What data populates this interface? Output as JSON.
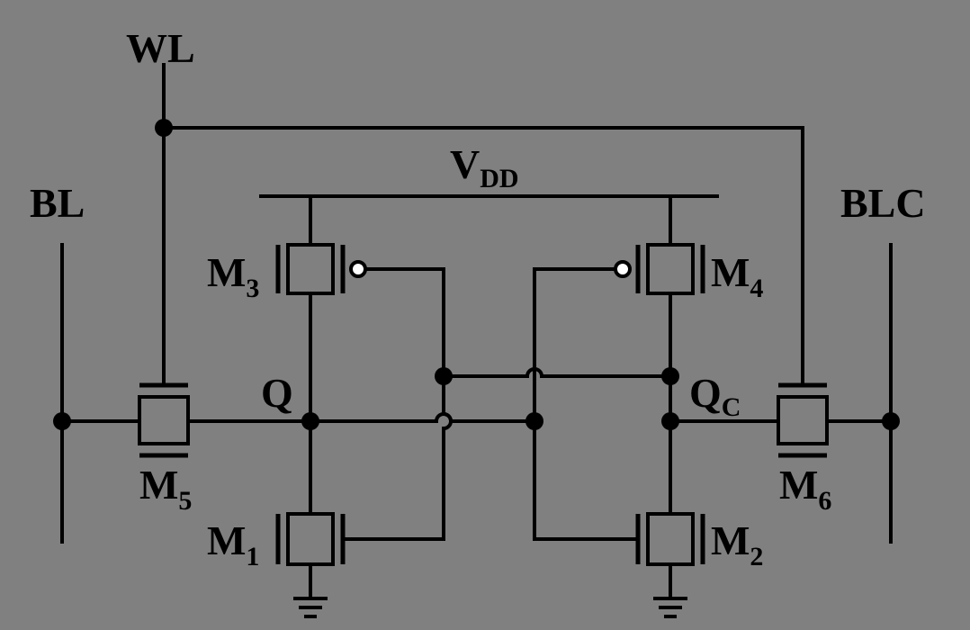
{
  "labels": {
    "wl": "WL",
    "bl": "BL",
    "blc": "BLC",
    "vdd_main": "V",
    "vdd_sub": "DD",
    "q": "Q",
    "qc_main": "Q",
    "qc_sub": "C",
    "m1_main": "M",
    "m1_sub": "1",
    "m2_main": "M",
    "m2_sub": "2",
    "m3_main": "M",
    "m3_sub": "3",
    "m4_main": "M",
    "m4_sub": "4",
    "m5_main": "M",
    "m5_sub": "5",
    "m6_main": "M",
    "m6_sub": "6"
  }
}
